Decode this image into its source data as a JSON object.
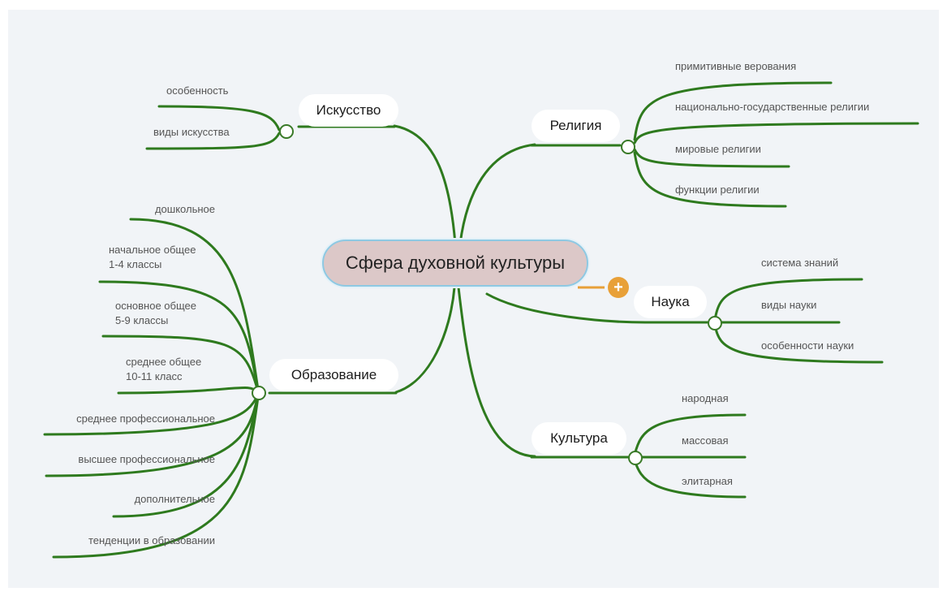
{
  "diagram": {
    "central": "Сфера духовной культуры",
    "topics": {
      "iskusstvo": {
        "label": "Искусство",
        "children": [
          "особенность",
          "виды искусства"
        ]
      },
      "religiya": {
        "label": "Религия",
        "children": [
          "примитивные верования",
          "национально-государственные религии",
          "мировые религии",
          "функции религии"
        ]
      },
      "nauka": {
        "label": "Наука",
        "children": [
          "система знаний",
          "виды науки",
          "особенности науки"
        ]
      },
      "obrazovanie": {
        "label": "Образование",
        "children": [
          "дошкольное",
          "начальное общее\n1-4 классы",
          "основное общее\n5-9 классы",
          "среднее общее\n10-11 класс",
          "среднее профессиональное",
          "высшее профессиональное",
          "дополнительное",
          "тенденции в образовании"
        ]
      },
      "kultura": {
        "label": "Культура",
        "children": [
          "народная",
          "массовая",
          "элитарная"
        ]
      }
    }
  },
  "icons": {
    "add": "plus-icon",
    "toggle": "collapse-circle-icon"
  },
  "colors": {
    "branch": "#2e7a1e",
    "accent": "#e8a038",
    "central_fill": "#dcc8c8",
    "central_border": "#8ec9e3",
    "background": "#f1f4f7"
  }
}
